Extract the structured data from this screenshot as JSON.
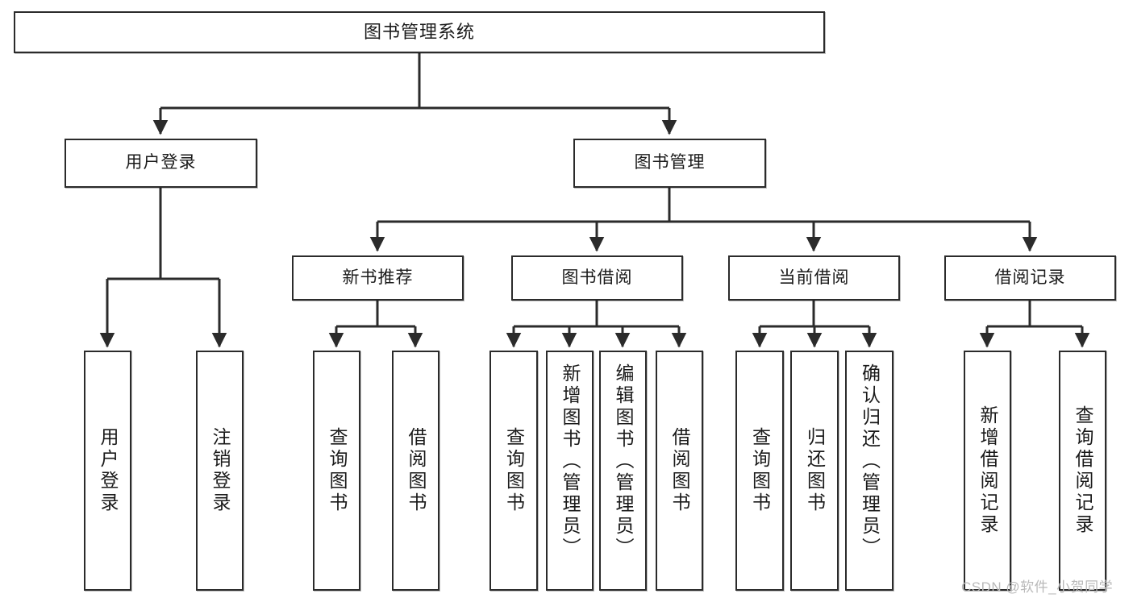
{
  "diagram": {
    "type": "tree",
    "title": "图书管理系统",
    "watermark": "CSDN @软件_小贺同学",
    "colors": {
      "stroke": "#2b2b2b",
      "fill": "#ffffff",
      "text": "#1a1a1a",
      "watermark": "#b9b9b9"
    }
  },
  "nodes": {
    "root": {
      "label": "图书管理系统"
    },
    "level2": [
      {
        "id": "user-login",
        "label": "用户登录"
      },
      {
        "id": "book-manage",
        "label": "图书管理"
      }
    ],
    "level3": [
      {
        "id": "new-book-recommend",
        "label": "新书推荐"
      },
      {
        "id": "book-borrow",
        "label": "图书借阅"
      },
      {
        "id": "current-borrow",
        "label": "当前借阅"
      },
      {
        "id": "borrow-record",
        "label": "借阅记录"
      }
    ],
    "leaves": {
      "user_login": [
        {
          "id": "leaf-user-login",
          "label": "用户登录"
        },
        {
          "id": "leaf-user-logout",
          "label": "注销登录"
        }
      ],
      "new_book_recommend": [
        {
          "id": "leaf-query-book-1",
          "label": "查询图书"
        },
        {
          "id": "leaf-borrow-book-1",
          "label": "借阅图书"
        }
      ],
      "book_borrow": [
        {
          "id": "leaf-query-book-2",
          "label": "查询图书"
        },
        {
          "id": "leaf-add-book",
          "label": "新增图书（管理员）"
        },
        {
          "id": "leaf-edit-book",
          "label": "编辑图书（管理员）"
        },
        {
          "id": "leaf-borrow-book-2",
          "label": "借阅图书"
        }
      ],
      "current_borrow": [
        {
          "id": "leaf-query-book-3",
          "label": "查询图书"
        },
        {
          "id": "leaf-return-book",
          "label": "归还图书"
        },
        {
          "id": "leaf-confirm-return",
          "label": "确认归还（管理员）"
        }
      ],
      "borrow_record": [
        {
          "id": "leaf-add-record",
          "label": "新增借阅记录"
        },
        {
          "id": "leaf-query-record",
          "label": "查询借阅记录"
        }
      ]
    }
  }
}
